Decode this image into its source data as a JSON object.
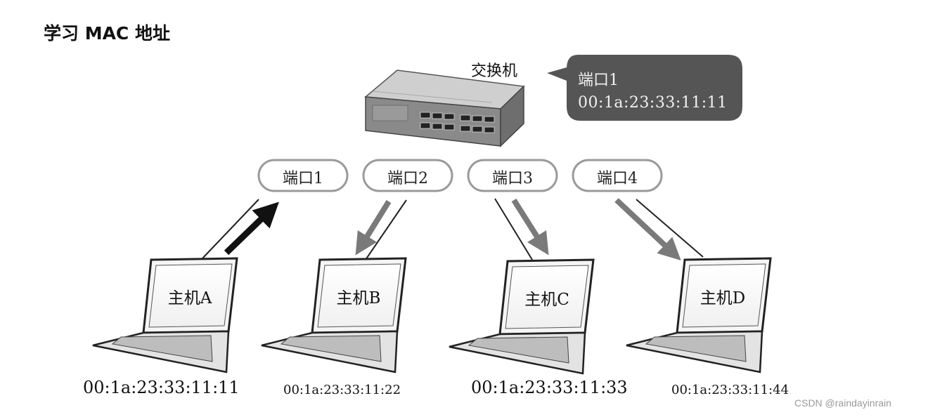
{
  "title": "学习 MAC 地址",
  "switch_label": "交换机",
  "mac_table_bubble": {
    "port": "端口1",
    "mac": "00:1a:23:33:11:11"
  },
  "ports": [
    "端口1",
    "端口2",
    "端口3",
    "端口4"
  ],
  "hosts": [
    {
      "label": "主机A",
      "mac": "00:1a:23:33:11:11"
    },
    {
      "label": "主机B",
      "mac": "00:1a:23:33:11:22"
    },
    {
      "label": "主机C",
      "mac": "00:1a:23:33:11:33"
    },
    {
      "label": "主机D",
      "mac": "00:1a:23:33:11:44"
    }
  ],
  "watermark": "CSDN @raindayinrain",
  "colors": {
    "bubble": "#555555",
    "arrow_black": "#111111",
    "arrow_gray": "#7a7a7a",
    "port_border": "#9a9a9a"
  }
}
